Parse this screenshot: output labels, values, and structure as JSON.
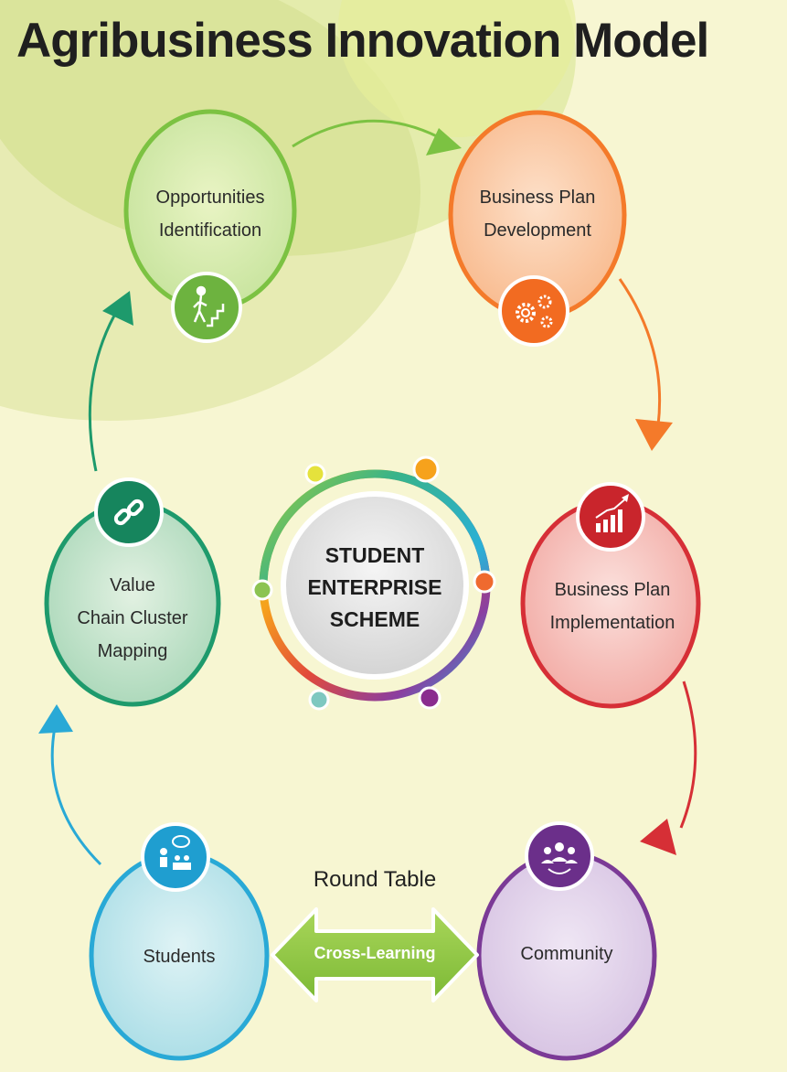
{
  "title": "Agribusiness Innovation Model",
  "center": {
    "lines": [
      "STUDENT",
      "ENTERPRISE",
      "SCHEME"
    ]
  },
  "nodes": [
    {
      "id": "opportunities",
      "lines": [
        "Opportunities",
        "Identification"
      ],
      "icon": "stairs-climber-icon",
      "color": "#7cc242"
    },
    {
      "id": "business-plan-development",
      "lines": [
        "Business Plan",
        "Development"
      ],
      "icon": "gears-icon",
      "color": "#f47a2a"
    },
    {
      "id": "business-plan-implementation",
      "lines": [
        "Business Plan",
        "Implementation"
      ],
      "icon": "growth-chart-icon",
      "color": "#d62f36"
    },
    {
      "id": "community",
      "lines": [
        "Community"
      ],
      "icon": "group-icon",
      "color": "#7b3a96"
    },
    {
      "id": "students",
      "lines": [
        "Students"
      ],
      "icon": "presentation-icon",
      "color": "#29a9d6"
    },
    {
      "id": "value-chain",
      "lines": [
        "Value",
        "Chain Cluster",
        "Mapping"
      ],
      "icon": "chain-link-icon",
      "color": "#1e9a6c"
    }
  ],
  "round_table": "Round Table",
  "cross_learning": "Cross-Learning"
}
